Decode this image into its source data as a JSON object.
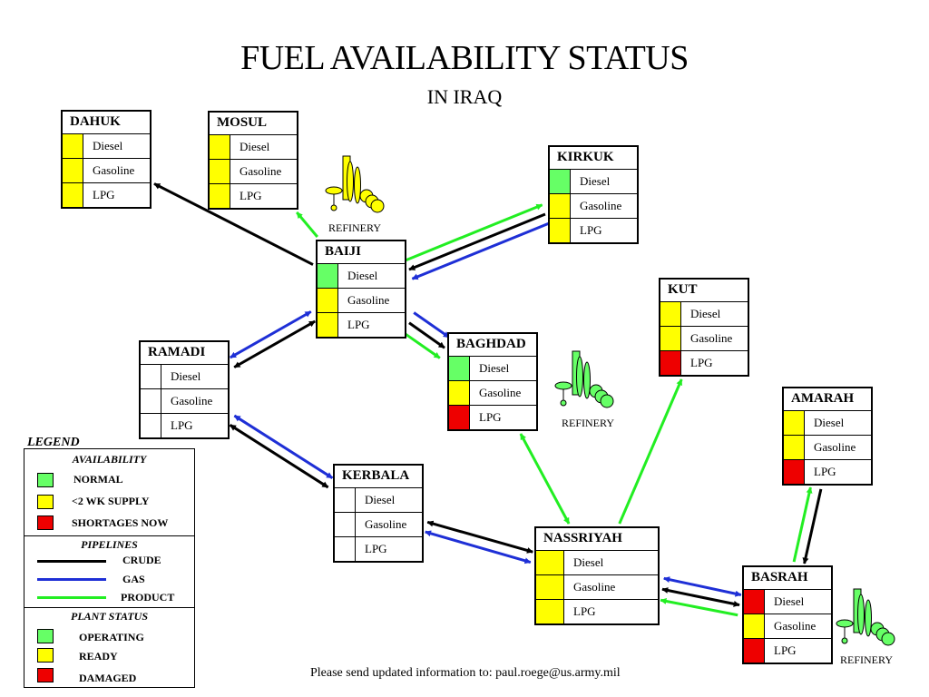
{
  "title": "FUEL AVAILABILITY STATUS",
  "subtitle": "IN IRAQ",
  "colors": {
    "normal": "#66ff66",
    "two_week_supply": "#ffff00",
    "shortage": "#ee0000",
    "crude": "#000000",
    "gas": "#1e2fd6",
    "product": "#22ee22"
  },
  "cities": {
    "dahuk": {
      "name": "DAHUK",
      "fuels": [
        {
          "label": "Diesel",
          "status": "yellow"
        },
        {
          "label": "Gasoline",
          "status": "yellow"
        },
        {
          "label": "LPG",
          "status": "yellow"
        }
      ]
    },
    "mosul": {
      "name": "MOSUL",
      "fuels": [
        {
          "label": "Diesel",
          "status": "yellow"
        },
        {
          "label": "Gasoline",
          "status": "yellow"
        },
        {
          "label": "LPG",
          "status": "yellow"
        }
      ]
    },
    "kirkuk": {
      "name": "KIRKUK",
      "fuels": [
        {
          "label": "Diesel",
          "status": "green"
        },
        {
          "label": "Gasoline",
          "status": "yellow"
        },
        {
          "label": "LPG",
          "status": "yellow"
        }
      ]
    },
    "baiji": {
      "name": "BAIJI",
      "fuels": [
        {
          "label": "Diesel",
          "status": "green"
        },
        {
          "label": "Gasoline",
          "status": "yellow"
        },
        {
          "label": "LPG",
          "status": "yellow"
        }
      ]
    },
    "baghdad": {
      "name": "BAGHDAD",
      "fuels": [
        {
          "label": "Diesel",
          "status": "green"
        },
        {
          "label": "Gasoline",
          "status": "yellow"
        },
        {
          "label": "LPG",
          "status": "red"
        }
      ]
    },
    "kut": {
      "name": "KUT",
      "fuels": [
        {
          "label": "Diesel",
          "status": "yellow"
        },
        {
          "label": "Gasoline",
          "status": "yellow"
        },
        {
          "label": "LPG",
          "status": "red"
        }
      ]
    },
    "amarah": {
      "name": "AMARAH",
      "fuels": [
        {
          "label": "Diesel",
          "status": "yellow"
        },
        {
          "label": "Gasoline",
          "status": "yellow"
        },
        {
          "label": "LPG",
          "status": "red"
        }
      ]
    },
    "ramadi": {
      "name": "RAMADI",
      "fuels": [
        {
          "label": "Diesel",
          "status": "white"
        },
        {
          "label": "Gasoline",
          "status": "white"
        },
        {
          "label": "LPG",
          "status": "white"
        }
      ]
    },
    "kerbala": {
      "name": "KERBALA",
      "fuels": [
        {
          "label": "Diesel",
          "status": "white"
        },
        {
          "label": "Gasoline",
          "status": "white"
        },
        {
          "label": "LPG",
          "status": "white"
        }
      ]
    },
    "nassriyah": {
      "name": "NASSRIYAH",
      "fuels": [
        {
          "label": "Diesel",
          "status": "yellow"
        },
        {
          "label": "Gasoline",
          "status": "yellow"
        },
        {
          "label": "LPG",
          "status": "yellow"
        }
      ]
    },
    "basrah": {
      "name": "BASRAH",
      "fuels": [
        {
          "label": "Diesel",
          "status": "red"
        },
        {
          "label": "Gasoline",
          "status": "yellow"
        },
        {
          "label": "LPG",
          "status": "red"
        }
      ]
    }
  },
  "refineries": {
    "baiji": {
      "label": "REFINERY",
      "status": "yellow"
    },
    "baghdad": {
      "label": "REFINERY",
      "status": "green"
    },
    "basrah": {
      "label": "REFINERY",
      "status": "green"
    }
  },
  "pipelines": [
    {
      "from": "baiji",
      "to": "dahuk",
      "type": "crude",
      "arrows": "end"
    },
    {
      "from": "baiji",
      "to": "mosul",
      "type": "product",
      "arrows": "end"
    },
    {
      "from": "baiji",
      "to": "kirkuk",
      "type": "product",
      "arrows": "end"
    },
    {
      "from": "kirkuk",
      "to": "baiji",
      "type": "crude",
      "arrows": "end"
    },
    {
      "from": "kirkuk",
      "to": "baiji",
      "type": "gas",
      "arrows": "end"
    },
    {
      "from": "baiji",
      "to": "ramadi",
      "type": "crude",
      "arrows": "both"
    },
    {
      "from": "baiji",
      "to": "ramadi",
      "type": "gas",
      "arrows": "both"
    },
    {
      "from": "baiji",
      "to": "baghdad",
      "type": "product",
      "arrows": "end"
    },
    {
      "from": "baiji",
      "to": "baghdad",
      "type": "crude",
      "arrows": "end"
    },
    {
      "from": "baiji",
      "to": "baghdad",
      "type": "gas",
      "arrows": "end"
    },
    {
      "from": "ramadi",
      "to": "kerbala",
      "type": "crude",
      "arrows": "both"
    },
    {
      "from": "ramadi",
      "to": "kerbala",
      "type": "gas",
      "arrows": "both"
    },
    {
      "from": "kerbala",
      "to": "nassriyah",
      "type": "crude",
      "arrows": "both"
    },
    {
      "from": "kerbala",
      "to": "nassriyah",
      "type": "gas",
      "arrows": "both"
    },
    {
      "from": "nassriyah",
      "to": "baghdad",
      "type": "product",
      "arrows": "both"
    },
    {
      "from": "nassriyah",
      "to": "kut",
      "type": "product",
      "arrows": "end"
    },
    {
      "from": "basrah",
      "to": "nassriyah",
      "type": "product",
      "arrows": "end"
    },
    {
      "from": "nassriyah",
      "to": "basrah",
      "type": "crude",
      "arrows": "both"
    },
    {
      "from": "nassriyah",
      "to": "basrah",
      "type": "gas",
      "arrows": "both"
    },
    {
      "from": "amarah",
      "to": "basrah",
      "type": "crude",
      "arrows": "end"
    },
    {
      "from": "basrah",
      "to": "amarah",
      "type": "product",
      "arrows": "end"
    }
  ],
  "legend": {
    "title": "LEGEND",
    "availability": {
      "heading": "AVAILABILITY",
      "items": [
        "NORMAL",
        "<2 WK SUPPLY",
        "SHORTAGES NOW"
      ]
    },
    "pipelines": {
      "heading": "PIPELINES",
      "items": [
        "CRUDE",
        "GAS",
        "PRODUCT"
      ]
    },
    "plant_status": {
      "heading": "PLANT STATUS",
      "items": [
        "OPERATING",
        "READY",
        "DAMAGED"
      ]
    }
  },
  "footer": "Please send updated information to:  paul.roege@us.army.mil"
}
